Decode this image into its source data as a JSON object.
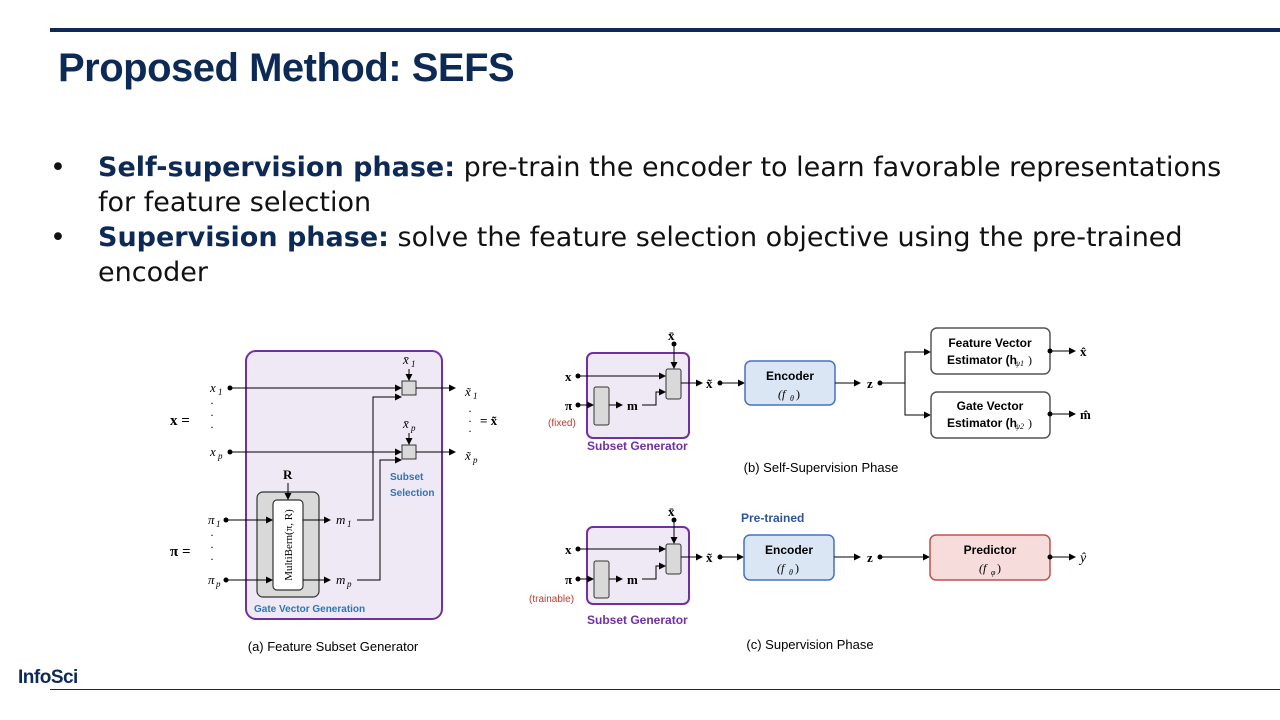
{
  "title": "Proposed Method: SEFS",
  "bullets": [
    {
      "lead": "Self-supervision phase:",
      "text": " pre-train the encoder to learn favorable representations for feature selection"
    },
    {
      "lead": "Supervision phase:",
      "text": " solve the feature selection objective using the pre-trained encoder"
    }
  ],
  "bullet_marker": "•",
  "footer": {
    "logo": "InfoSci"
  },
  "diagram": {
    "a": {
      "caption": "(a) Feature Subset Generator",
      "x_eq": "x =",
      "pi_eq": "π =",
      "x1": "x",
      "xp": "x",
      "pi1": "π",
      "pip": "π",
      "xbar1": "x̄",
      "xbarp": "x̄",
      "xt1": "x̃",
      "xtp": "x̃",
      "eq_xt": "= x̃",
      "R": "R",
      "multibern": "MultiBern(π, R)",
      "m1": "m",
      "mp": "m",
      "subset_selection_1": "Subset",
      "subset_selection_2": "Selection",
      "gate_vector_generation": "Gate Vector Generation",
      "sub_1": "1",
      "sub_p": "p"
    },
    "b": {
      "caption": "(b) Self-Supervision Phase",
      "x": "x",
      "pi": "π",
      "fixed": "(fixed)",
      "m": "m",
      "xbar": "x̄",
      "xt": "x̃",
      "subset_generator": "Subset Generator",
      "encoder": "Encoder",
      "f_theta": "(f",
      "z": "z",
      "fve_1": "Feature Vector",
      "fve_2": "Estimator (h",
      "gve_1": "Gate Vector",
      "gve_2": "Estimator (h",
      "x_hat": "x̂",
      "m_hat": "m̂"
    },
    "c": {
      "caption": "(c) Supervision Phase",
      "x": "x",
      "pi": "π",
      "trainable": "(trainable)",
      "m": "m",
      "xbar": "x̄",
      "xt": "x̃",
      "subset_generator": "Subset Generator",
      "pretrained": "Pre-trained",
      "encoder": "Encoder",
      "f_theta": "(f",
      "z": "z",
      "predictor": "Predictor",
      "f_phi": "(f",
      "y_hat": "ŷ"
    }
  },
  "colors": {
    "navy": "#0d2a57",
    "purple": "#7030a0",
    "lavender_fill": "#efe9f5",
    "blue_edge": "#4472c4",
    "blue_fill": "#dbe6f4",
    "red_edge": "#c0504d",
    "red_fill": "#f6dcdb",
    "red_text": "#c0392b",
    "box_gray": "#d9d9d9"
  }
}
